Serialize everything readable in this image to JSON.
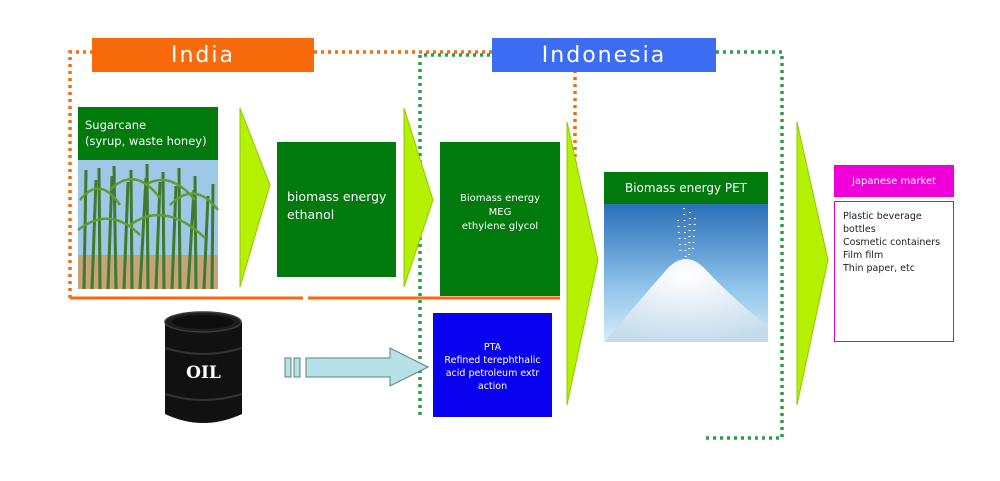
{
  "regions": {
    "india": "India",
    "indonesia": "Indonesia"
  },
  "sugarcane": {
    "lines": [
      "Sugarcane",
      "(syrup, waste honey)"
    ]
  },
  "ethanol": {
    "lines": [
      "biomass energy",
      "ethanol"
    ]
  },
  "meg": {
    "lines": [
      "Biomass energy",
      "MEG",
      "ethylene glycol"
    ]
  },
  "pta": {
    "lines": [
      "PTA",
      "Refined terephthalic",
      "acid petroleum extr",
      "action"
    ]
  },
  "oil": {
    "label": "OIL"
  },
  "pet": {
    "label": "Biomass energy PET"
  },
  "market": {
    "title": "Japanese market",
    "items": [
      "Plastic beverage",
      "bottles",
      "Cosmetic containers",
      "Film film",
      "Thin paper, etc"
    ]
  },
  "colors": {
    "india": "#f86a0c",
    "indonesia": "#3c6cf2",
    "green_box": "#007a0c",
    "pta_box": "#0a00f0",
    "market": "#f000d8",
    "arrow_fill": "#b4f000",
    "oil_arrow": "#b7e1e6",
    "dotted_green": "#2d9a4c"
  }
}
